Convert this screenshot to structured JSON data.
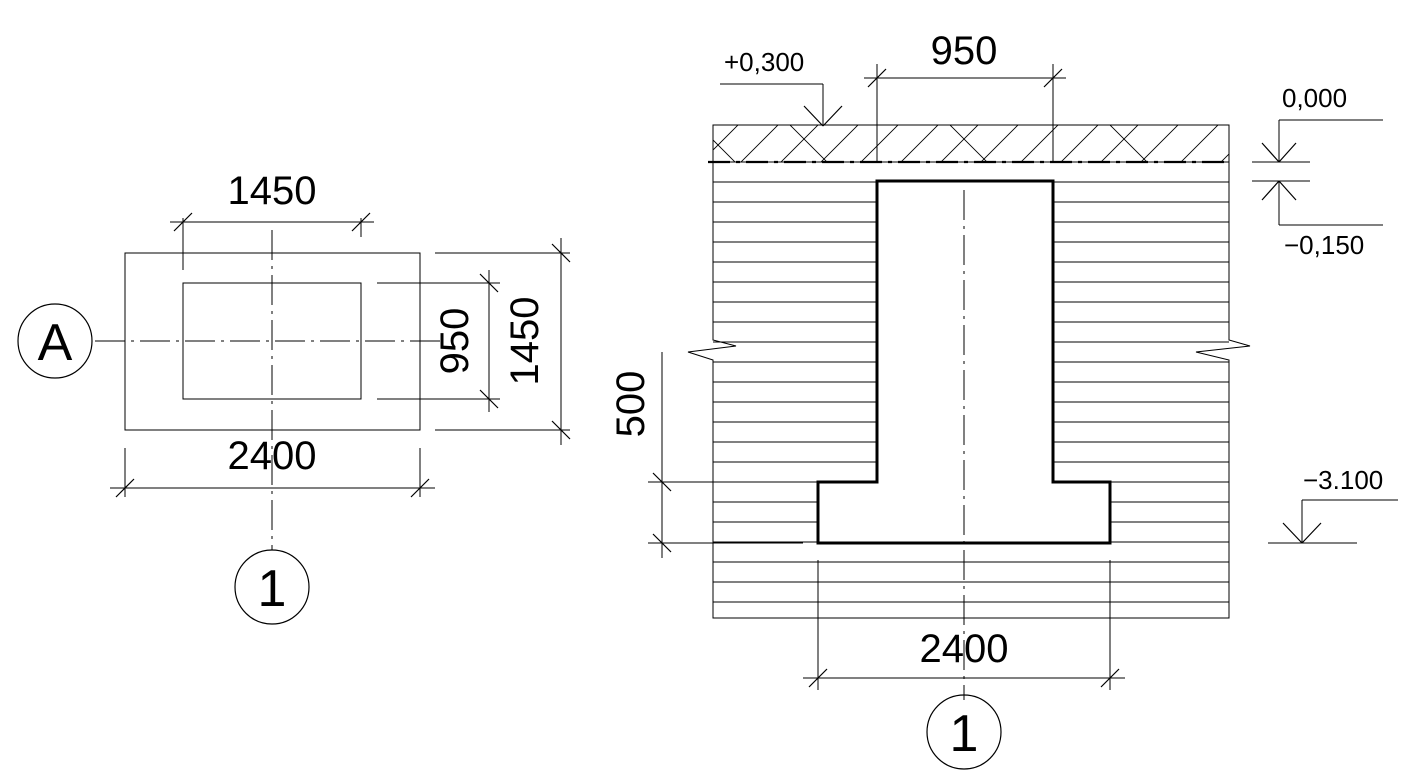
{
  "plan": {
    "dim_top": "1450",
    "dim_bottom": "2400",
    "dim_inner_vertical": "950",
    "dim_outer_vertical": "1450",
    "axis_letter": "A",
    "axis_number": "1"
  },
  "section": {
    "dim_top": "950",
    "dim_bottom": "2400",
    "dim_side": "500",
    "axis_number": "1",
    "level_top": "+0,300",
    "level_ground": "0,000",
    "level_below_ground": "−0,150",
    "level_base": "−3.100"
  }
}
